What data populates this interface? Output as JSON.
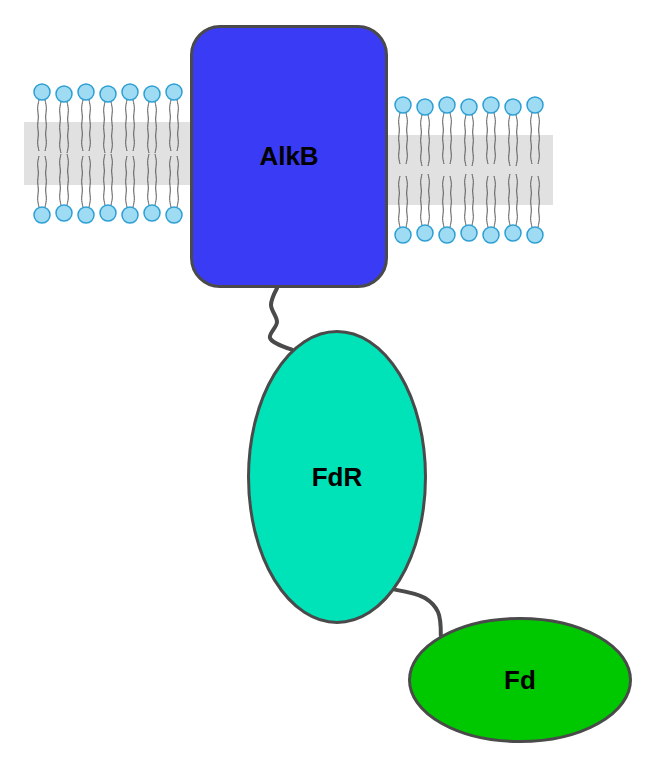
{
  "diagram": {
    "nodes": [
      {
        "text": [
          "AlkB"
        ]
      },
      {
        "text": [
          "FdR"
        ]
      },
      {
        "text": [
          "Fd"
        ]
      }
    ],
    "edges": [
      {
        "from": 0,
        "to": 1,
        "arrow": "none"
      },
      {
        "from": 1,
        "to": 2,
        "arrow": "none"
      }
    ]
  }
}
